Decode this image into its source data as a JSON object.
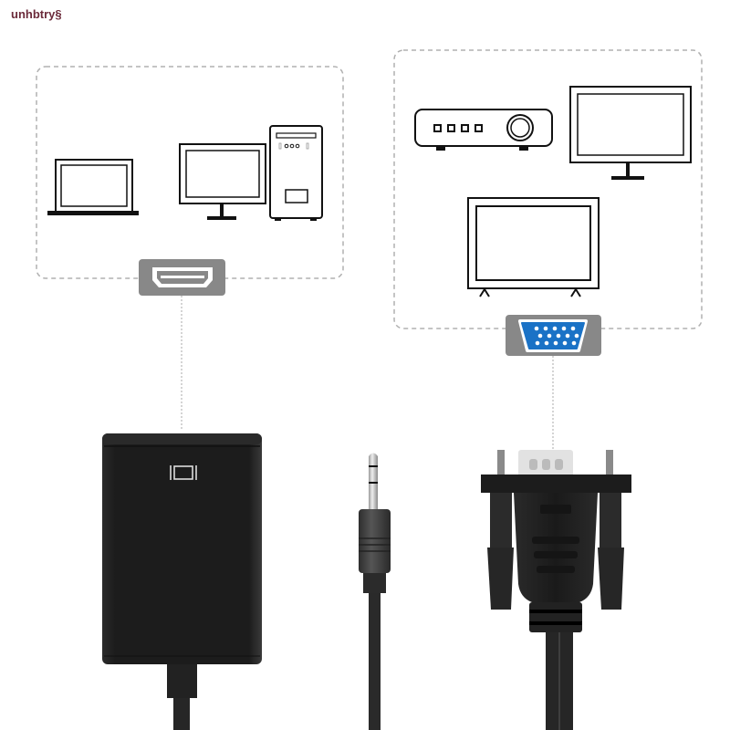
{
  "watermark": {
    "text": "unhbtry§"
  },
  "illustration": {
    "left_group": {
      "label": "HDMI sources",
      "devices": [
        "laptop",
        "monitor",
        "desktop-tower"
      ],
      "port": "hdmi-port-icon"
    },
    "right_group": {
      "label": "VGA displays",
      "devices": [
        "projector",
        "monitor",
        "tv"
      ],
      "port": "vga-port-icon"
    },
    "products": [
      "hdmi-to-vga-adapter-box",
      "3.5mm-audio-jack",
      "vga-male-connector"
    ]
  },
  "colors": {
    "background": "#ffffff",
    "dashed_border": "#b0b0b0",
    "port_badge": "#888888",
    "vga_blue": "#1a72c6",
    "device_body": "#1e1e1e",
    "line_art": "#111111"
  }
}
